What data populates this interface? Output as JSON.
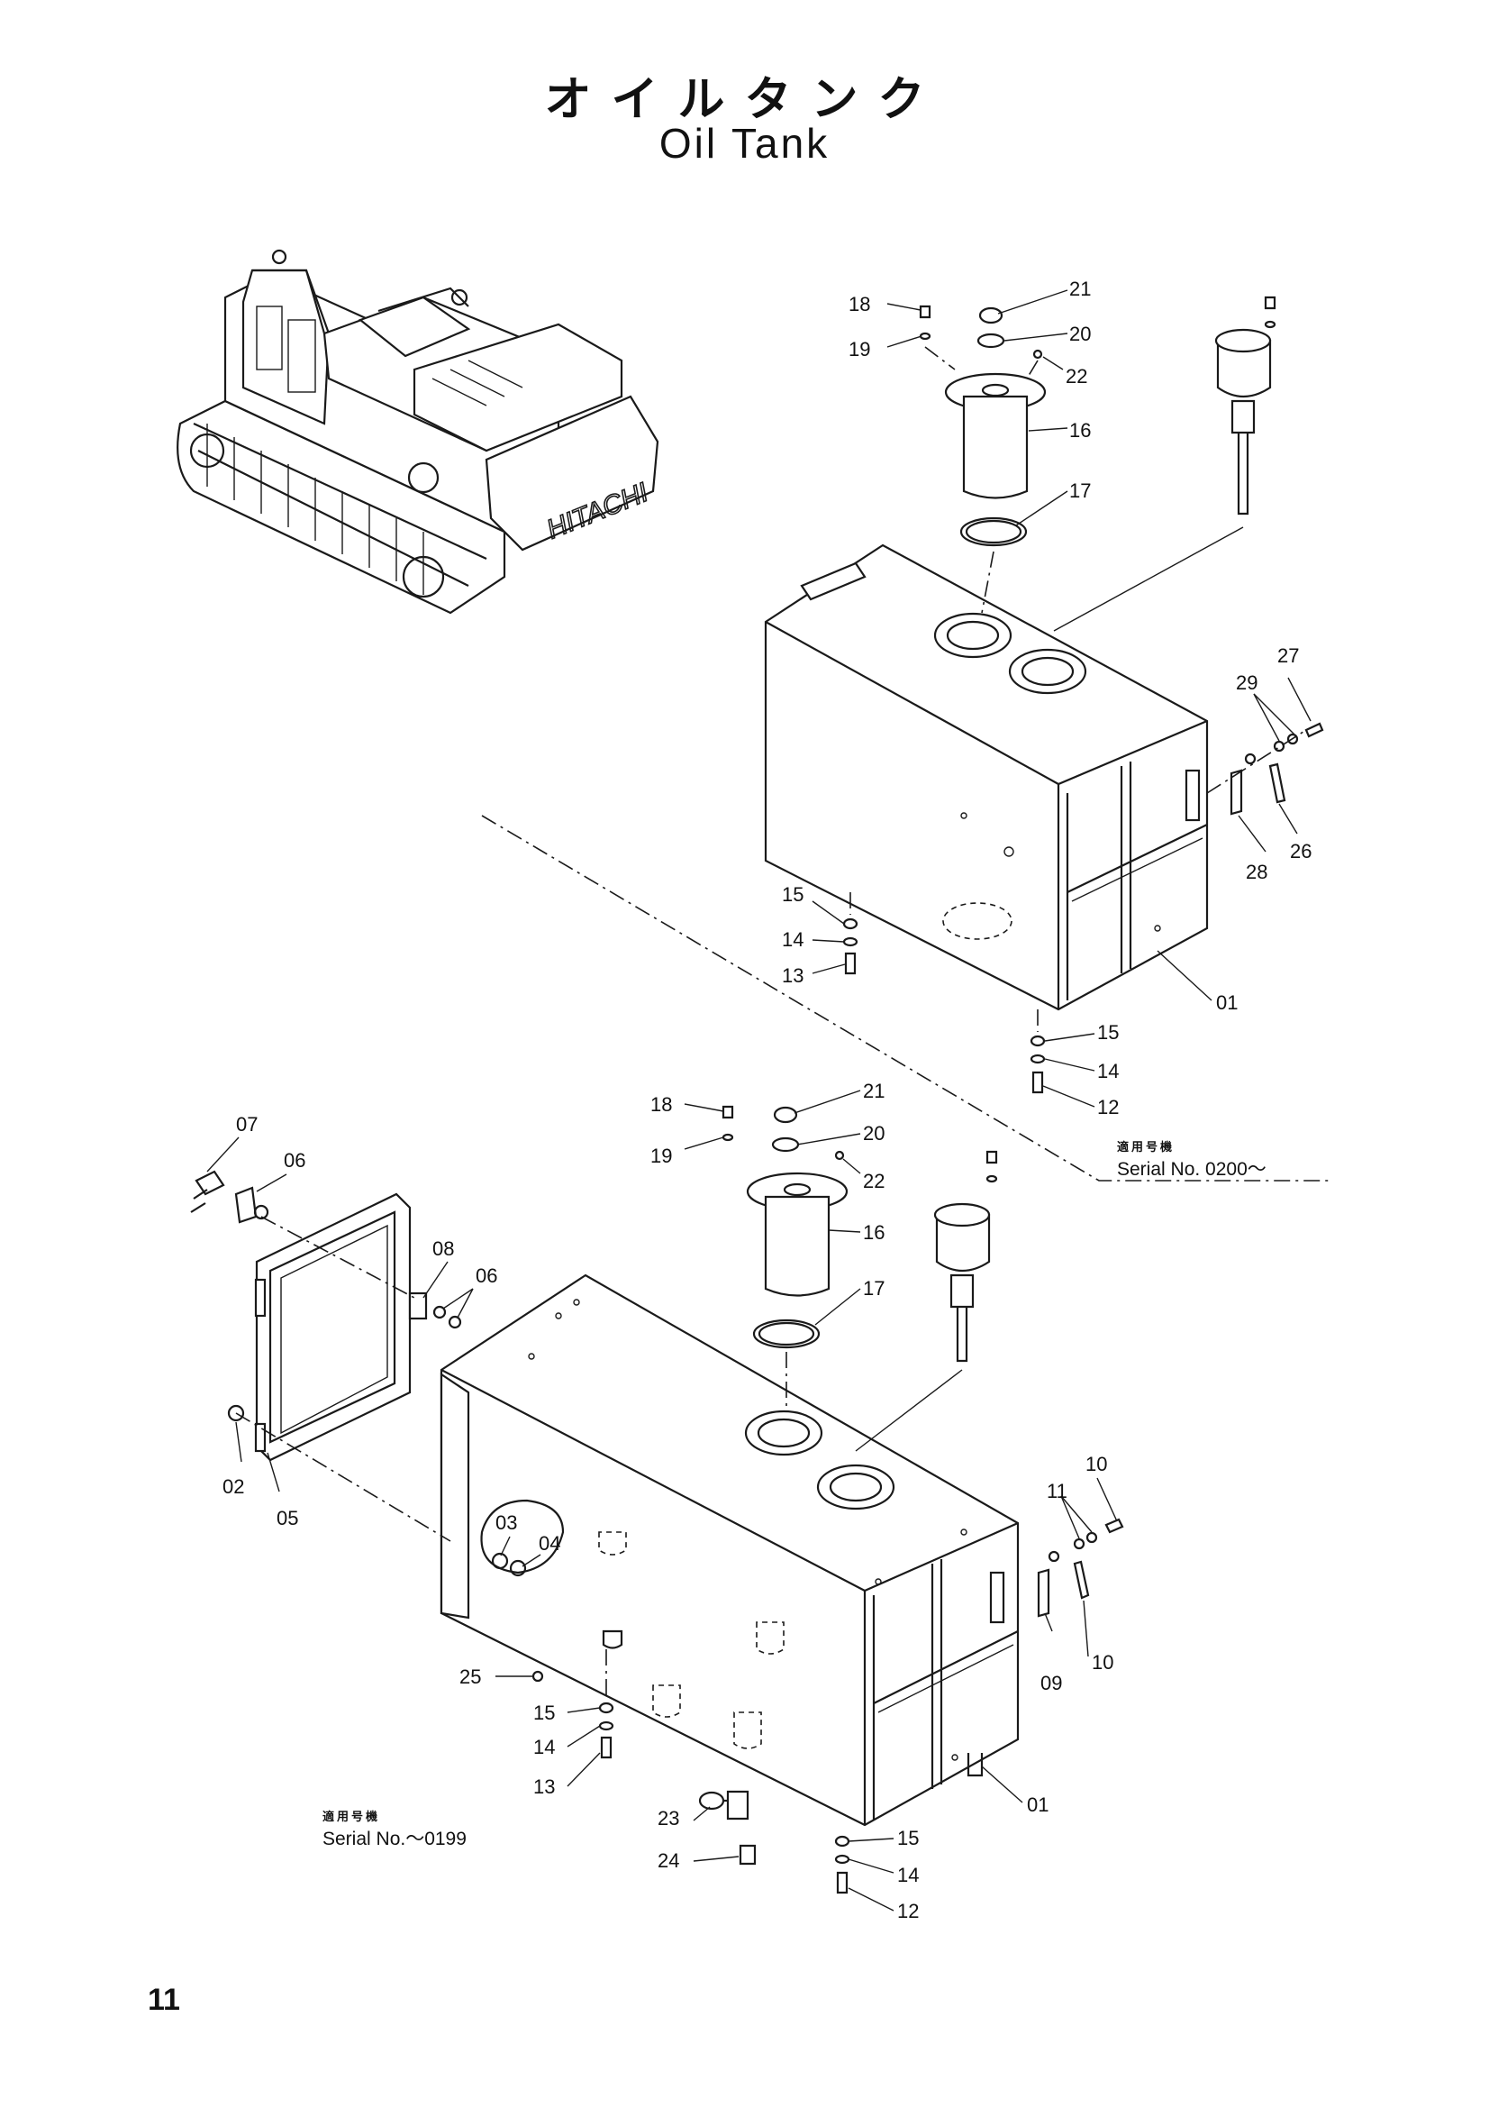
{
  "title": {
    "japanese": "オイルタンク",
    "english": "Oil Tank"
  },
  "page_number": "11",
  "serial_upper": {
    "japanese": "適用号機",
    "serial": "Serial No. 0200～"
  },
  "serial_lower": {
    "japanese": "適用号機",
    "serial": "Serial No.～0199"
  },
  "machine_logo": "HITACHI",
  "callouts_upper": [
    "18",
    "21",
    "19",
    "20",
    "22",
    "16",
    "17",
    "27",
    "29",
    "28",
    "26",
    "15",
    "14",
    "13",
    "01",
    "15",
    "14",
    "12"
  ],
  "callouts_lower": [
    "18",
    "21",
    "19",
    "20",
    "22",
    "16",
    "17",
    "07",
    "06",
    "08",
    "06",
    "02",
    "05",
    "03",
    "04",
    "10",
    "11",
    "10",
    "09",
    "25",
    "15",
    "14",
    "13",
    "23",
    "24",
    "15",
    "14",
    "12",
    "01"
  ]
}
